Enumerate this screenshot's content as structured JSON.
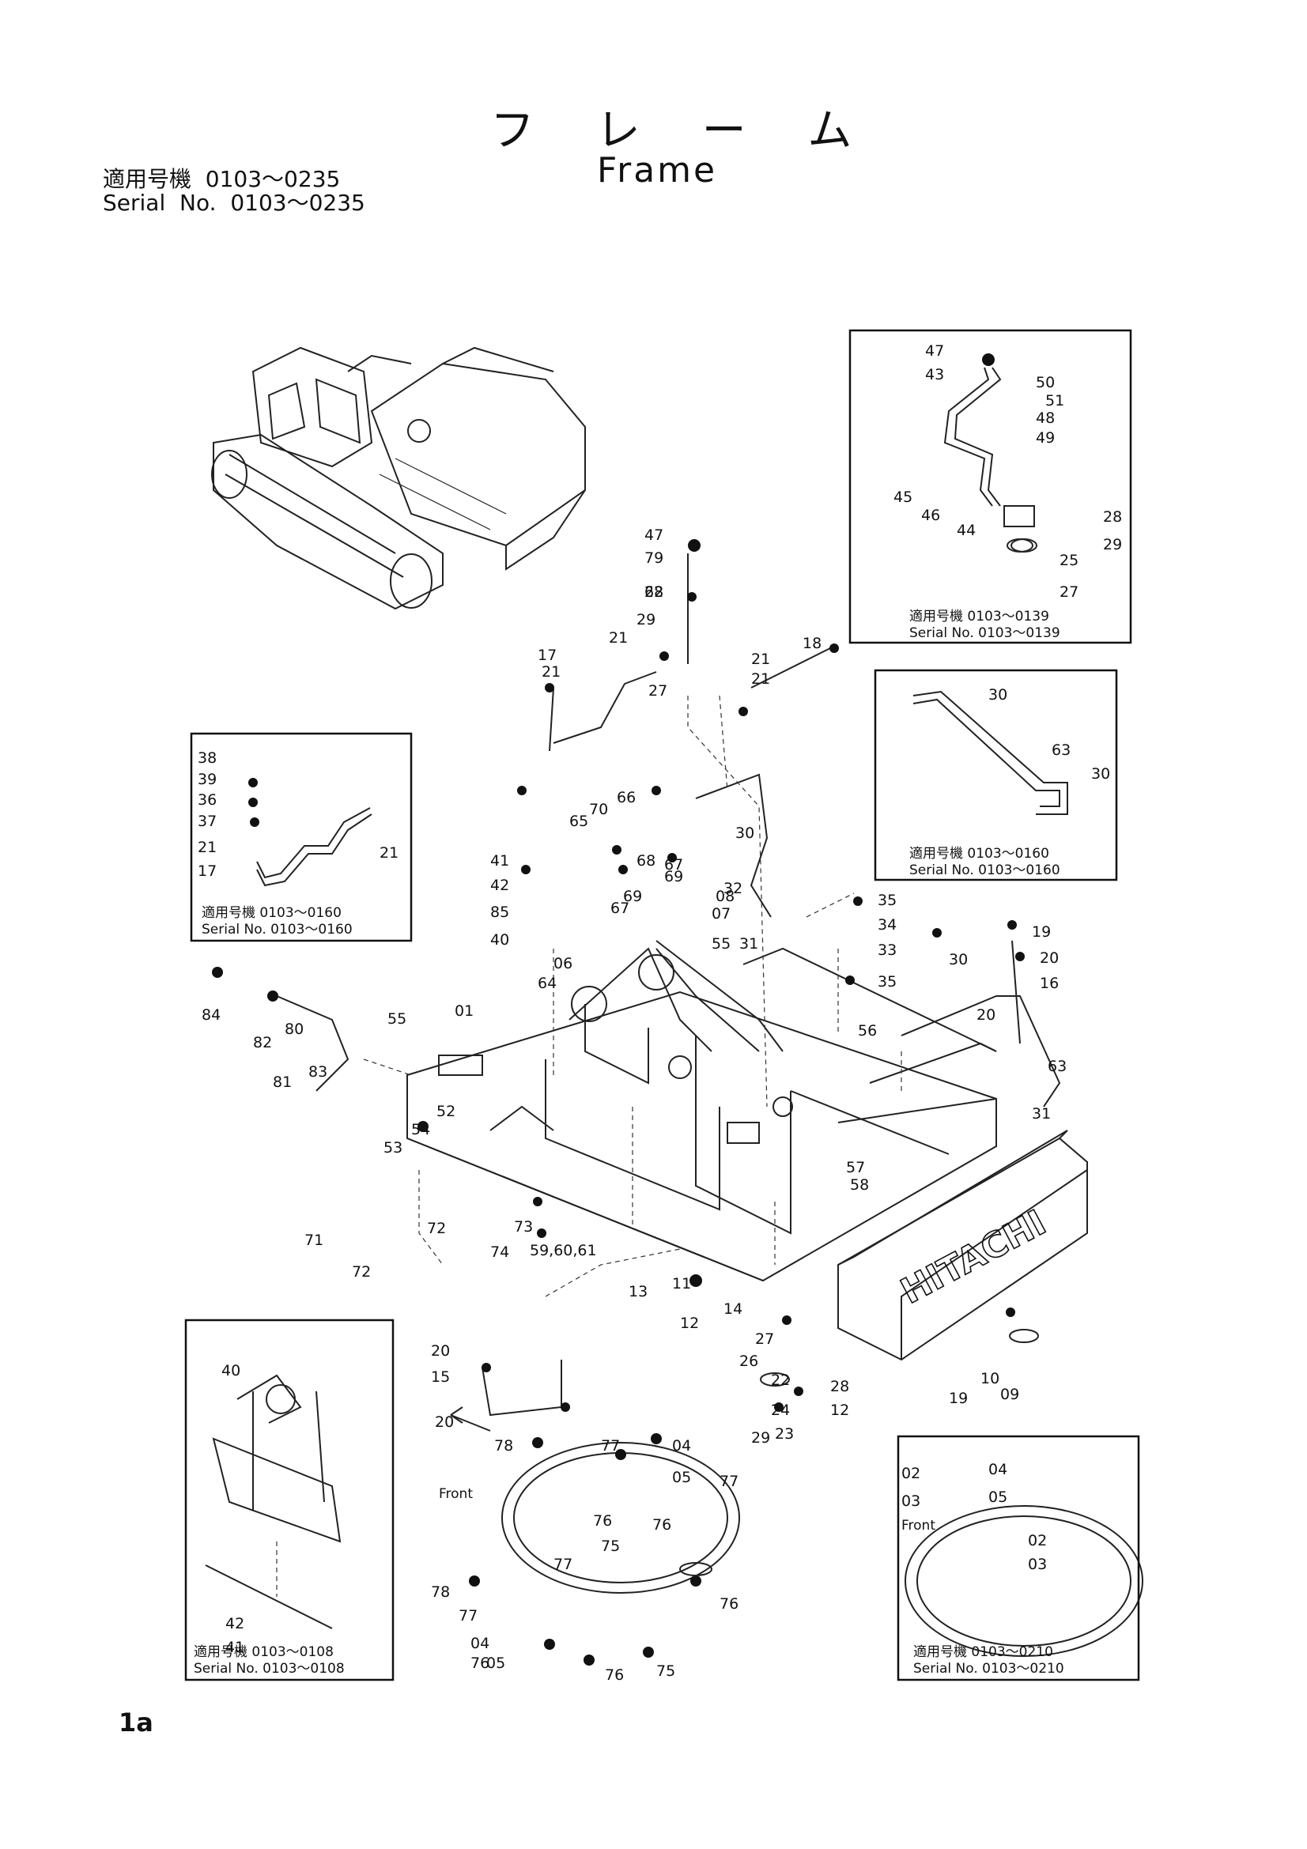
{
  "header": {
    "title_jp": "フ レ ー ム",
    "title_en": "Frame",
    "serial_jp": "適用号機  0103〜0235",
    "serial_en": "Serial  No.  0103〜0235"
  },
  "page_number": "1a",
  "brand_text": "HITACHI",
  "front_label": "Front",
  "inset_boxes": [
    {
      "id": "box-top-right",
      "serial_jp": "適用号機   0103〜0139",
      "serial_en": "Serial  No.  0103〜0139"
    },
    {
      "id": "box-right-mid",
      "serial_jp": "適用号機   0103〜0160",
      "serial_en": "Serial  No.  0103〜0160"
    },
    {
      "id": "box-left-mid",
      "serial_jp": "適用号機   0103〜0160",
      "serial_en": "Serial  No.  0103〜0160"
    },
    {
      "id": "box-bottom-left",
      "serial_jp": "適用号機   0103〜0108",
      "serial_en": "Serial  No.  0103〜0108"
    },
    {
      "id": "box-bottom-right",
      "serial_jp": "適用号機   0103〜0210",
      "serial_en": "Serial  No.  0103〜0210"
    }
  ],
  "part_labels": [
    "47",
    "43",
    "50",
    "51",
    "48",
    "49",
    "45",
    "46",
    "44",
    "28",
    "29",
    "25",
    "27",
    "30",
    "63",
    "30",
    "47",
    "79",
    "62",
    "28",
    "29",
    "21",
    "27",
    "21",
    "17",
    "21",
    "18",
    "21",
    "38",
    "39",
    "36",
    "37",
    "21",
    "17",
    "21",
    "66",
    "70",
    "65",
    "67",
    "69",
    "68",
    "69",
    "67",
    "30",
    "32",
    "41",
    "42",
    "85",
    "40",
    "08",
    "07",
    "31",
    "55",
    "06",
    "64",
    "35",
    "34",
    "33",
    "35",
    "19",
    "20",
    "16",
    "84",
    "82",
    "80",
    "83",
    "81",
    "55",
    "01",
    "56",
    "30",
    "20",
    "63",
    "31",
    "52",
    "54",
    "53",
    "57",
    "58",
    "71",
    "72",
    "72",
    "73",
    "74",
    "59,60,61",
    "13",
    "11",
    "12",
    "14",
    "27",
    "26",
    "22",
    "24",
    "23",
    "29",
    "28",
    "12",
    "10",
    "09",
    "19",
    "20",
    "15",
    "20",
    "40",
    "42",
    "41",
    "78",
    "77",
    "04",
    "05",
    "77",
    "76",
    "76",
    "78",
    "77",
    "75",
    "77",
    "76",
    "76",
    "04",
    "05",
    "76",
    "75",
    "02",
    "04",
    "03",
    "05",
    "02",
    "03"
  ]
}
